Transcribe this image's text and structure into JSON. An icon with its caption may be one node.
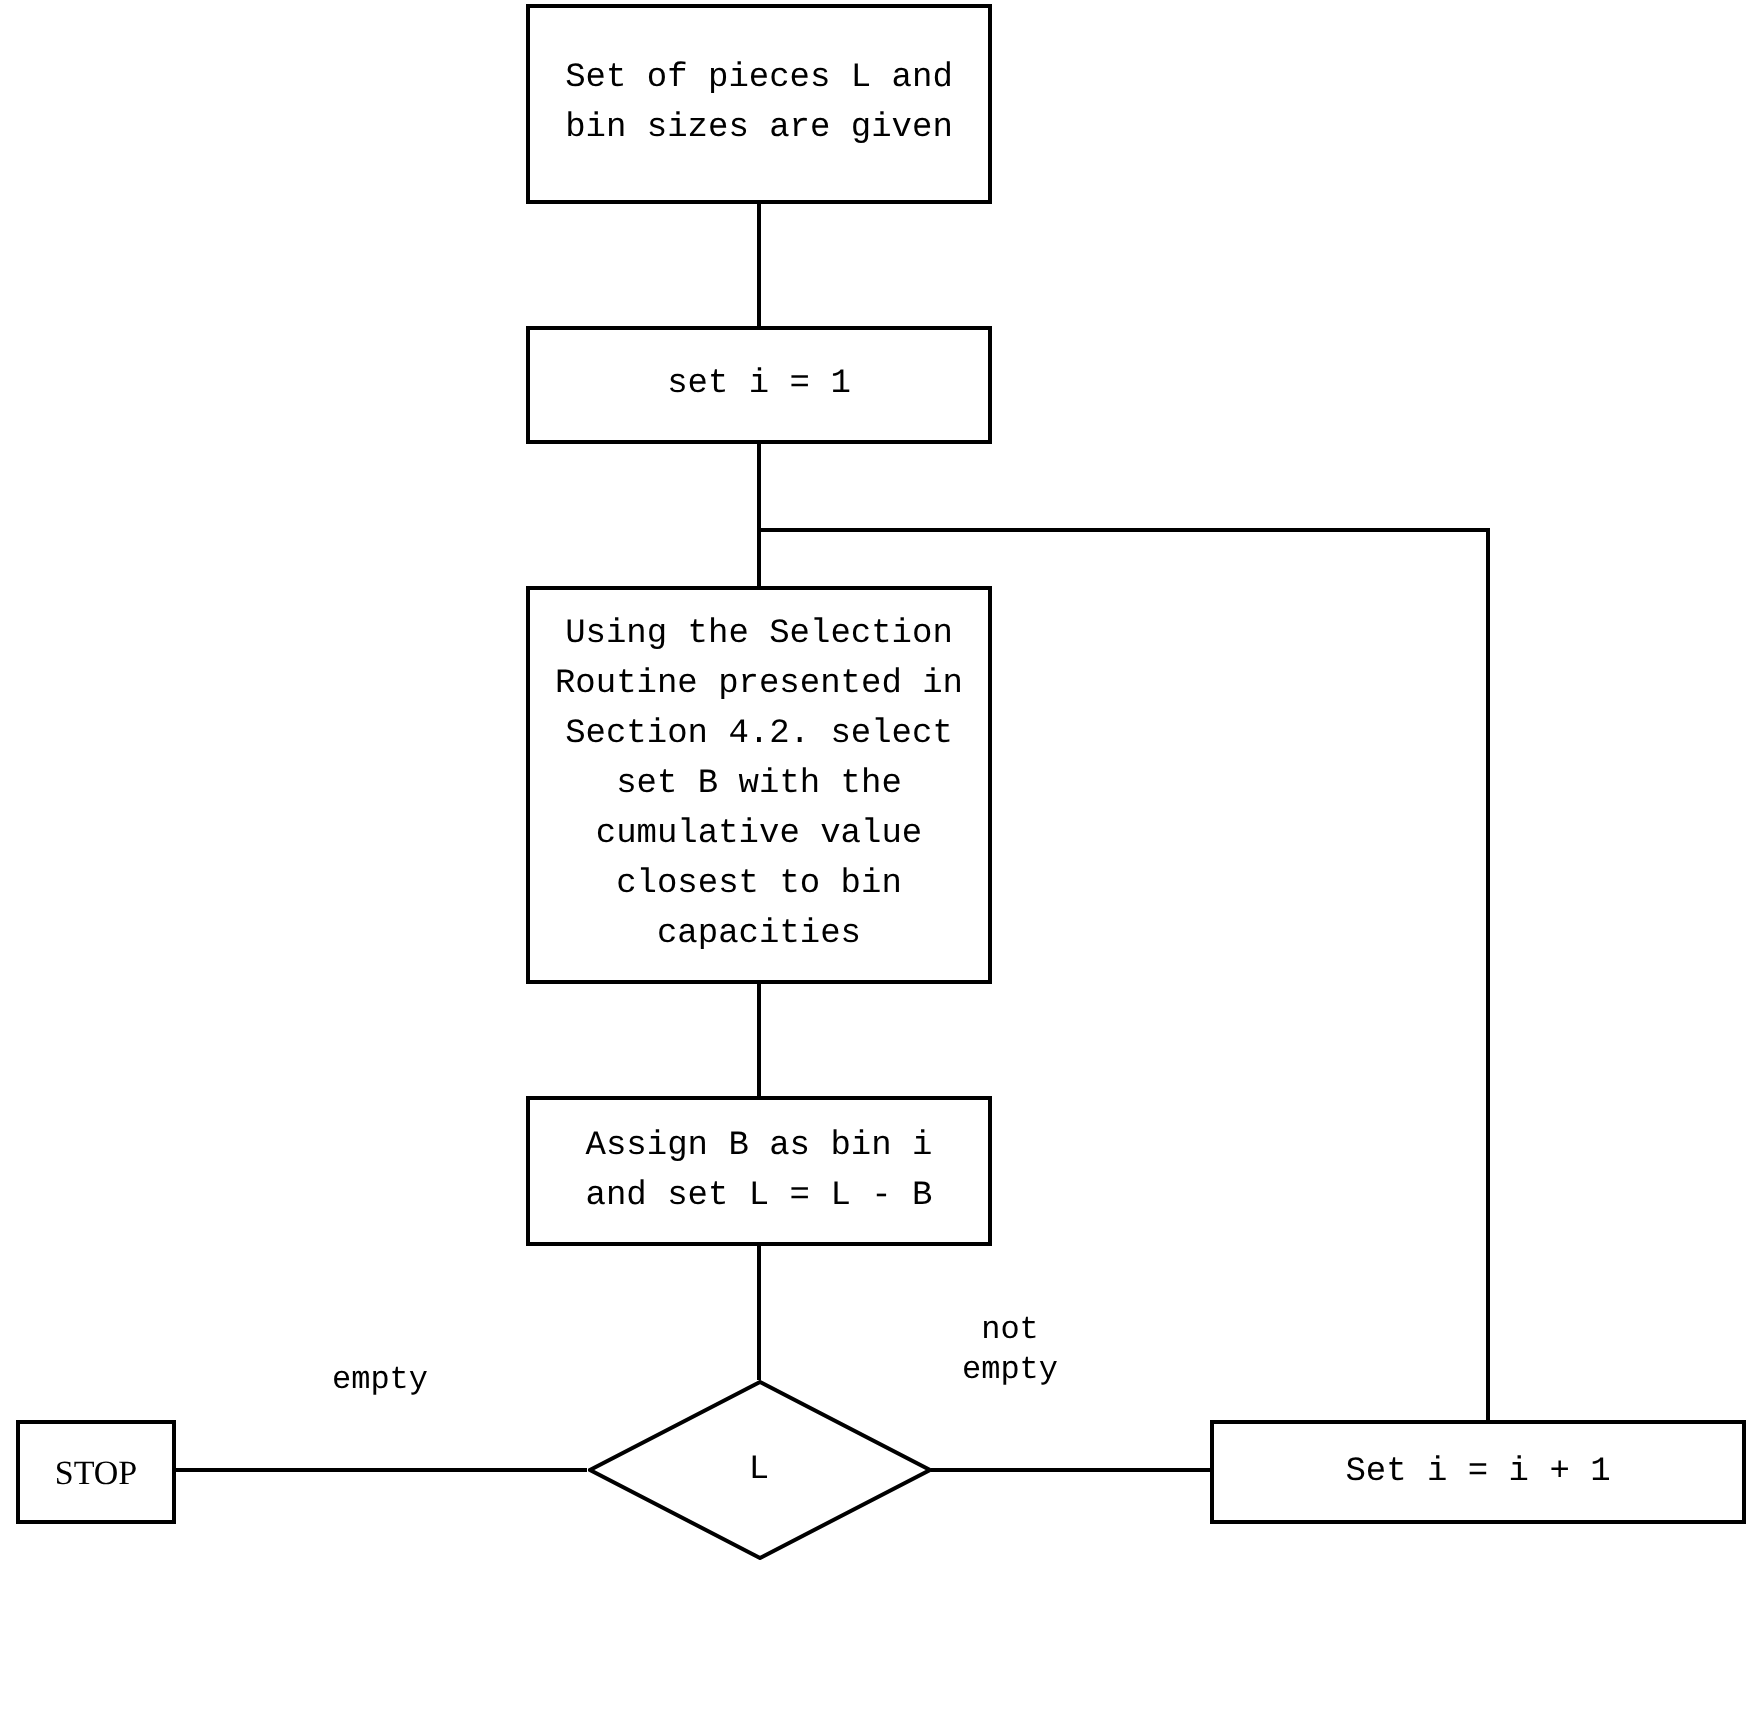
{
  "diagram": {
    "nodes": [
      {
        "text": [
          "Set of pieces L and bin sizes are given"
        ]
      },
      {
        "text": [
          "set i = 1"
        ]
      },
      {
        "text": [
          "Using the Selection Routine presented in Section 4.2. select set B with the cumulative value closest to bin capacities"
        ]
      },
      {
        "text": [
          "Assign B as bin i and set L = L - B"
        ]
      },
      {
        "text": [
          "L"
        ]
      },
      {
        "text": [
          "STOP"
        ]
      },
      {
        "text": [
          "Set i = i + 1"
        ]
      }
    ],
    "edges": [
      {
        "from": 0,
        "to": 1,
        "arrow": "none"
      },
      {
        "from": 1,
        "to": 2,
        "arrow": "none"
      },
      {
        "from": 2,
        "to": 3,
        "arrow": "none"
      },
      {
        "from": 3,
        "to": 4,
        "arrow": "none"
      },
      {
        "from": 4,
        "to": 5,
        "arrow": "none",
        "label": "empty"
      },
      {
        "from": 4,
        "to": 6,
        "arrow": "none",
        "label": "not empty"
      },
      {
        "from": 6,
        "to": 2,
        "arrow": "none"
      }
    ]
  }
}
